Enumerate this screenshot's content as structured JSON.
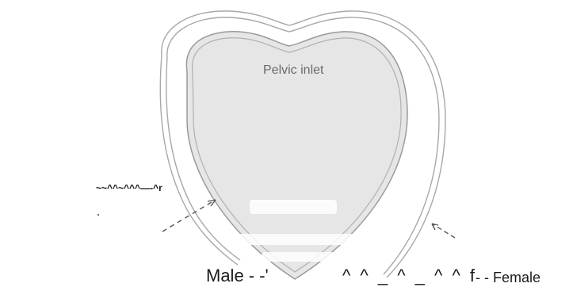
{
  "diagram": {
    "inlet_label": "Pelvic inlet",
    "scribble_label": "~~^^~^^^—-^r",
    "male_label": "Male - -'",
    "middle_label": "^ ^ _ ^ _ ^ ^ f",
    "female_label": "- - Female",
    "colors": {
      "inlet_fill": "#e6e6e6",
      "outline": "#9a9a9a",
      "arrow": "#555555"
    }
  }
}
